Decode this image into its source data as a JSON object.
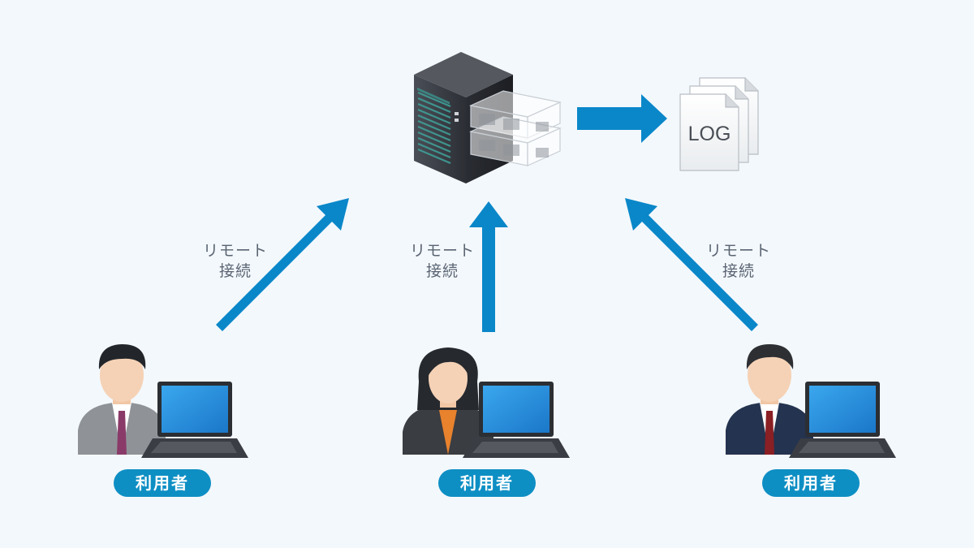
{
  "connection_label_line1": "リモート",
  "connection_label_line2": "接続",
  "user_label": "利用者",
  "log_label": "LOG",
  "colors": {
    "background": "#f3f8fc",
    "arrow": "#0a87c9",
    "badge": "#0e8fc4",
    "label_text": "#5a6472",
    "server": "#3a3d44"
  },
  "icons": [
    "server-icon",
    "log-files-icon",
    "user-male-grey-suit-icon",
    "user-female-icon",
    "user-male-navy-suit-icon",
    "laptop-icon"
  ]
}
